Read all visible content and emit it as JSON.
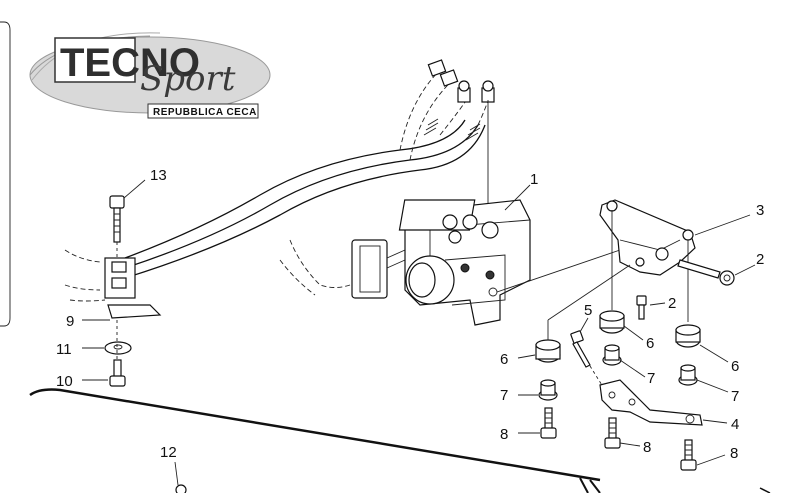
{
  "logo": {
    "brand": "TECNO",
    "script": "Sport",
    "country": "REPUBBLICA CECA"
  },
  "callouts": {
    "c1": "1",
    "c2a": "2",
    "c2b": "2",
    "c3": "3",
    "c4": "4",
    "c5": "5",
    "c6a": "6",
    "c6b": "6",
    "c6c": "6",
    "c7a": "7",
    "c7b": "7",
    "c7c": "7",
    "c8a": "8",
    "c8b": "8",
    "c8c": "8",
    "c9": "9",
    "c10": "10",
    "c11": "11",
    "c12": "12",
    "c13": "13"
  }
}
